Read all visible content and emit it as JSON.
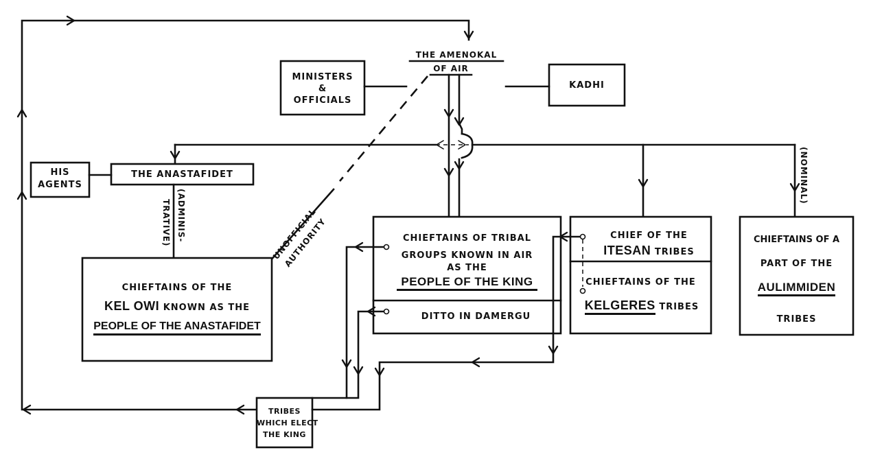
{
  "diagram": {
    "nodes": {
      "amenokal": {
        "line1": "THE AMENOKAL",
        "line2": "OF AIR"
      },
      "ministers": {
        "line1": "MINISTERS",
        "line2": "&",
        "line3": "OFFICIALS"
      },
      "kadhi": {
        "label": "KADHI"
      },
      "anastafidet": {
        "label": "THE ANASTAFIDET"
      },
      "agents": {
        "line1": "HIS",
        "line2": "AGENTS"
      },
      "kel_owi": {
        "line1": "CHIEFTAINS OF THE",
        "line2_big": "KEL OWI",
        "line2_small": "KNOWN AS THE",
        "line3": "PEOPLE OF THE ANASTAFIDET"
      },
      "people_of_king": {
        "line1": "CHIEFTAINS OF TRIBAL",
        "line2": "GROUPS KNOWN IN AIR",
        "line3": "AS THE",
        "line4": "PEOPLE OF THE KING"
      },
      "damergu": {
        "label": "DITTO IN DAMERGU"
      },
      "itesan": {
        "line1": "CHIEF OF THE",
        "line2_big": "ITESAN",
        "line2_small": "TRIBES"
      },
      "kelgeres": {
        "line1": "CHIEFTAINS OF THE",
        "line2_big": "KELGERES",
        "line2_small": "TRIBES"
      },
      "aulimmiden": {
        "line1": "CHIEFTAINS OF A",
        "line2": "PART OF THE",
        "line3": "AULIMMIDEN",
        "line4": "TRIBES"
      },
      "electors": {
        "line1": "TRIBES",
        "line2": "WHICH ELECT",
        "line3": "THE KING"
      }
    },
    "edge_labels": {
      "administrative_a": "(ADMINIS-",
      "administrative_b": "TRATIVE)",
      "unofficial": "UNOFFICIAL",
      "authority": "AUTHORITY",
      "nominal": "(NOMINAL)"
    }
  }
}
